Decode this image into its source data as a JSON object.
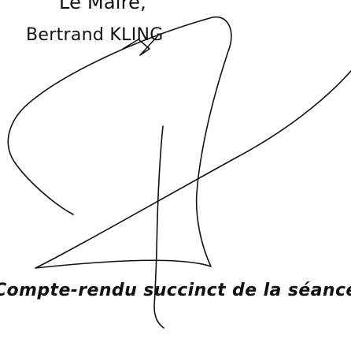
{
  "signature_block": {
    "title": "Le Maire,",
    "name": "Bertrand KLING"
  },
  "caption": {
    "text": "Compte-rendu succinct de la séance"
  }
}
